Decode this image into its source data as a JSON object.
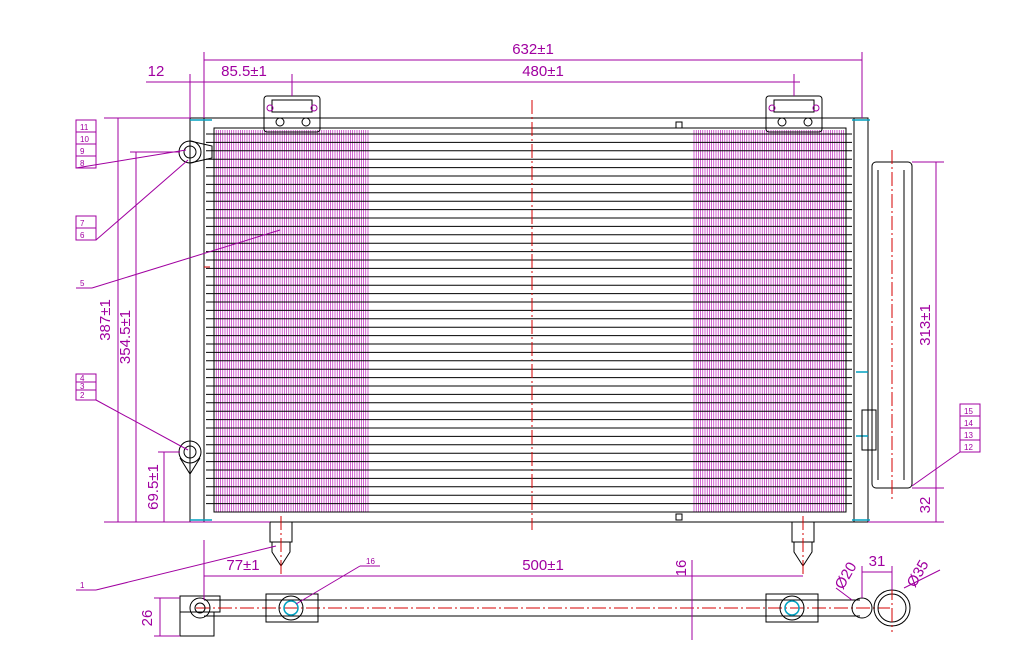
{
  "dimensions": {
    "overall_width": "632±1",
    "inner_width": "480±1",
    "left_offset": "85.5±1",
    "left_margin": "12",
    "height_outer": "387±1",
    "height_inner": "354.5±1",
    "bottom_offset": "69.5±1",
    "receiver_height": "313±1",
    "receiver_bottom": "32",
    "pin_offset": "77±1",
    "pin_spacing": "500±1",
    "top_mid": "16",
    "side_thickness": "26",
    "pipe_small_dia": "Ø20",
    "pipe_spacing": "31",
    "pipe_large_dia": "Ø35"
  },
  "callouts": {
    "left_upper": [
      "11",
      "10",
      "9",
      "8"
    ],
    "left_mid": [
      "7",
      "6"
    ],
    "fin_label": "5",
    "left_lower": [
      "4",
      "3",
      "2"
    ],
    "bottom_left": "1",
    "right_stack": [
      "15",
      "14",
      "13",
      "12"
    ],
    "bottom_bar": "16"
  },
  "colors": {
    "dimension": "#a000a0",
    "outline": "#000000",
    "centerline": "#d40000",
    "seal": "#00a0c0"
  }
}
